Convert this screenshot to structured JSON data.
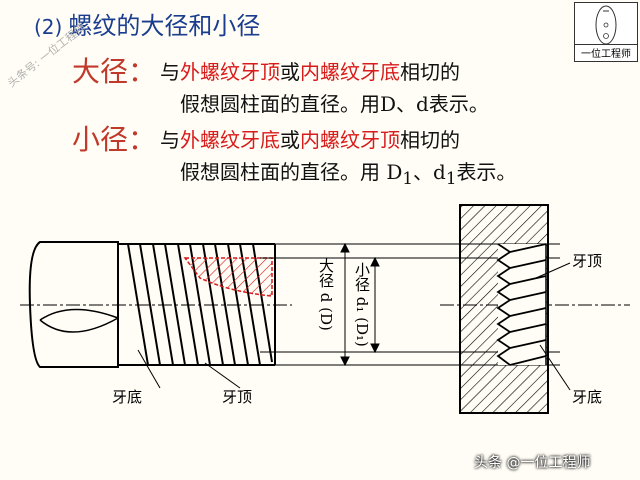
{
  "heading": {
    "number": "(2)",
    "title": "螺纹的大径和小径"
  },
  "logo": {
    "caption": "一位工程师"
  },
  "watermark": "头条号: 一位工程师",
  "major": {
    "term": "大径：",
    "line1": [
      "与",
      "外螺纹牙顶",
      "或",
      "内螺纹牙底",
      "相切的"
    ],
    "line2": "假想圆柱面的直径。用D、d表示。"
  },
  "minor": {
    "term": "小径：",
    "line1": [
      "与",
      "外螺纹牙底",
      "或",
      "内螺纹牙顶",
      "相切的"
    ],
    "line2_pre": "假想圆柱面的直径。用 D",
    "line2_sub1": "1",
    "line2_mid": "、d",
    "line2_sub2": "1",
    "line2_post": "表示。"
  },
  "figure": {
    "major_dim": "大径 d (D)",
    "minor_dim": "小径 d₁ (D₁)",
    "ext_root": "牙底",
    "ext_crest": "牙顶",
    "int_crest": "牙顶",
    "int_root": "牙底"
  },
  "footer": "头条 @一位工程师",
  "colors": {
    "heading": "#1a3d8f",
    "term": "#c0392b",
    "highlight": "#d81b1b"
  }
}
